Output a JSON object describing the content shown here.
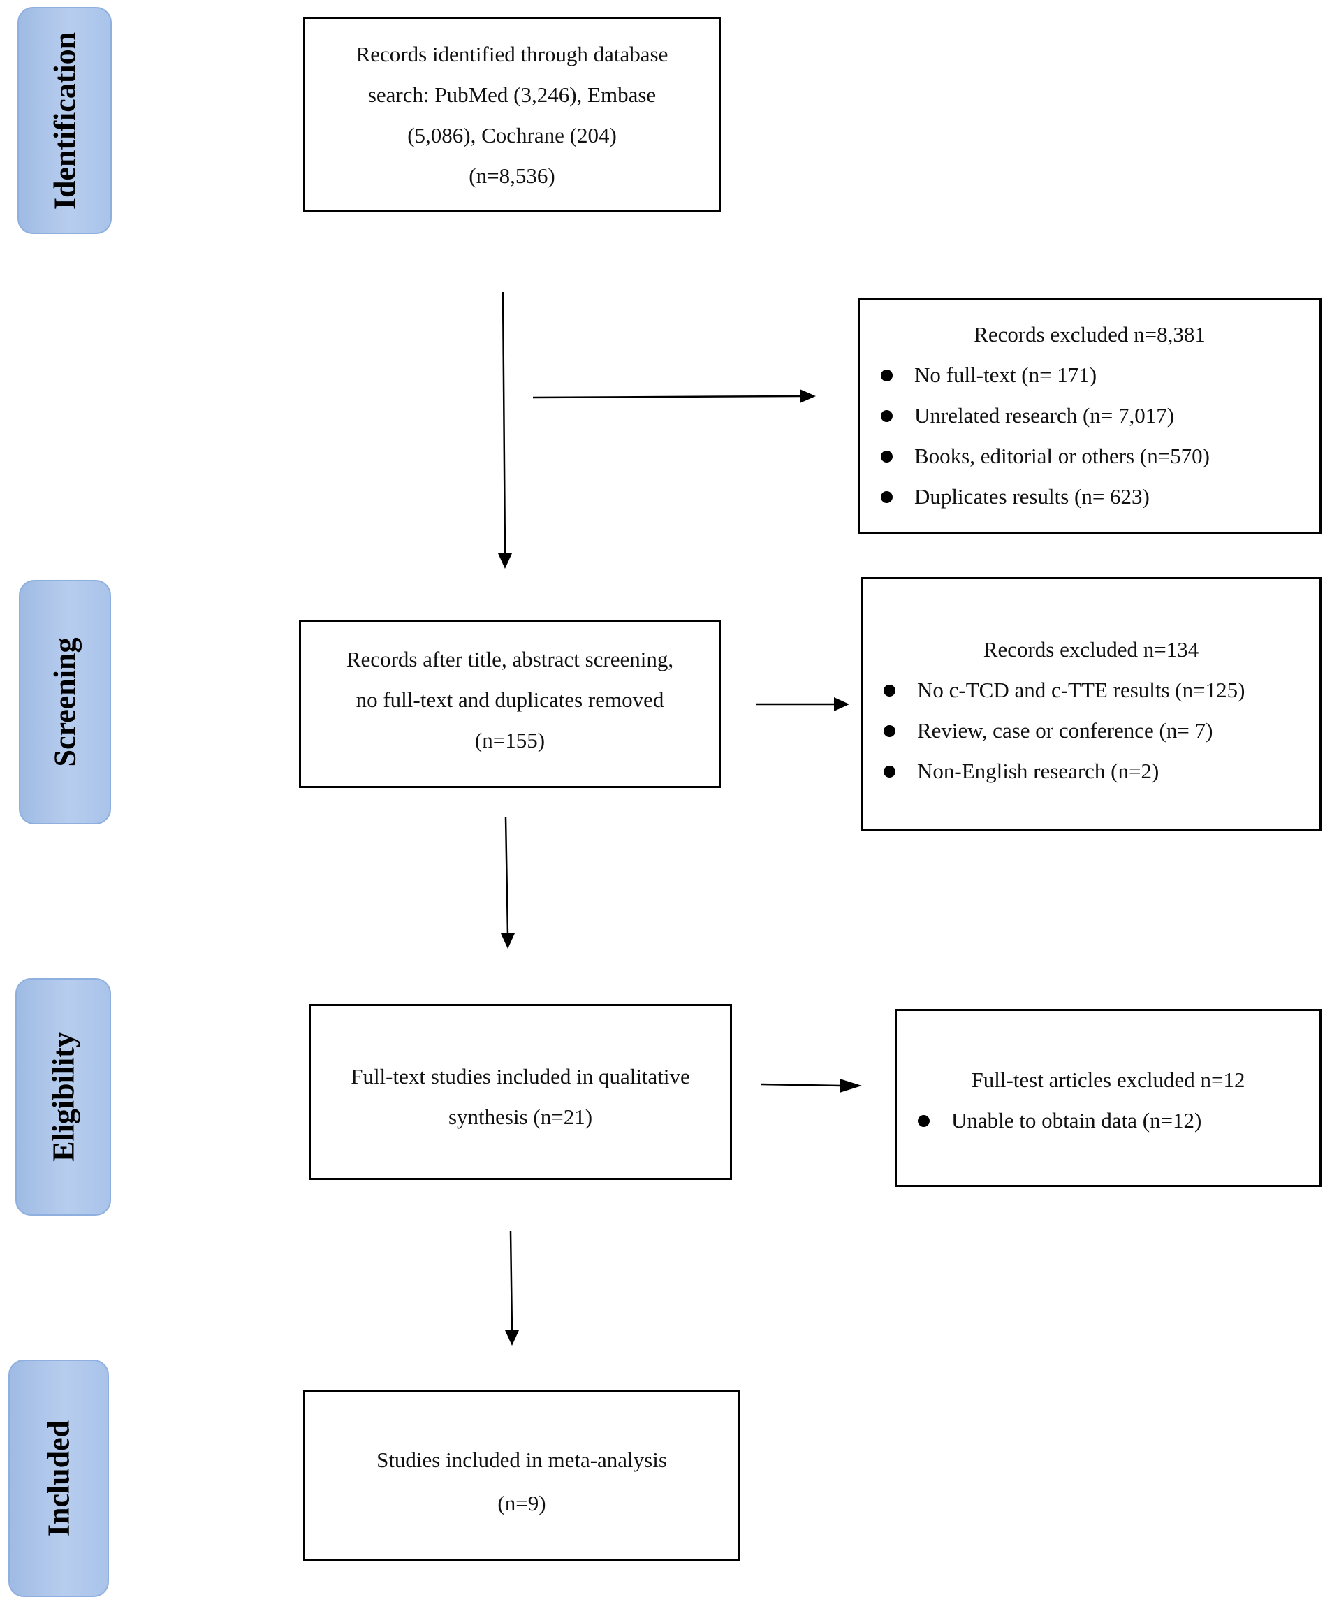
{
  "stages": {
    "identification": "Identification",
    "screening": "Screening",
    "eligibility": "Eligibility",
    "included": "Included"
  },
  "boxes": {
    "identified": {
      "lines": [
        "Records identified through database",
        "search: PubMed (3,246), Embase",
        "(5,086), Cochrane (204)",
        "(n=8,536)"
      ]
    },
    "excluded_1": {
      "title": "Records excluded n=8,381",
      "items": [
        "No full-text (n= 171)",
        "Unrelated research (n= 7,017)",
        "Books, editorial or others (n=570)",
        "Duplicates results (n= 623)"
      ]
    },
    "screened": {
      "lines": [
        "Records after title, abstract screening,",
        "no full-text and duplicates removed",
        "(n=155)"
      ]
    },
    "excluded_2": {
      "title": "Records excluded n=134",
      "items": [
        "No c-TCD and c-TTE results (n=125)",
        "Review, case or conference (n= 7)",
        "Non-English research (n=2)"
      ]
    },
    "fulltext": {
      "lines": [
        "Full-text studies included in qualitative",
        "synthesis (n=21)"
      ]
    },
    "excluded_3": {
      "title": "Full-test articles excluded n=12",
      "items": [
        "Unable to obtain data (n=12)"
      ]
    },
    "included": {
      "lines": [
        "Studies included in meta-analysis",
        "(n=9)"
      ]
    }
  }
}
